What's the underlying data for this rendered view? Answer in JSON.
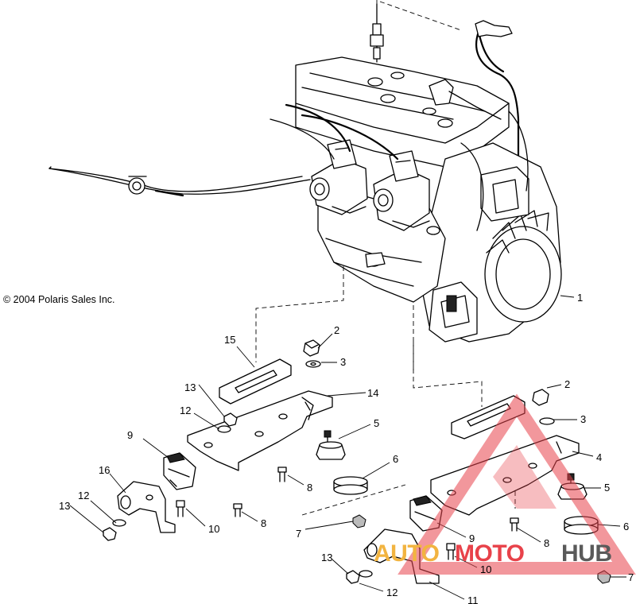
{
  "copyright": "© 2004 Polaris Sales Inc.",
  "watermark": {
    "part1": "AUTO",
    "part2": "MOTO",
    "part3": "HUB",
    "colors": {
      "auto": "#f2b440",
      "moto": "#e8424a",
      "hub": "#5a5a5a",
      "triangle": "#e8424a"
    }
  },
  "callouts": {
    "c1": "1",
    "c2a": "2",
    "c2b": "2",
    "c3a": "3",
    "c3b": "3",
    "c4": "4",
    "c5a": "5",
    "c5b": "5",
    "c6a": "6",
    "c6b": "6",
    "c7a": "7",
    "c7b": "7",
    "c8a": "8",
    "c8b": "8",
    "c8c": "8",
    "c9a": "9",
    "c9b": "9",
    "c10a": "10",
    "c10b": "10",
    "c11": "11",
    "c12a": "12",
    "c12b": "12",
    "c12c": "12",
    "c13a": "13",
    "c13b": "13",
    "c13c": "13",
    "c14": "14",
    "c15": "15",
    "c16": "16"
  }
}
